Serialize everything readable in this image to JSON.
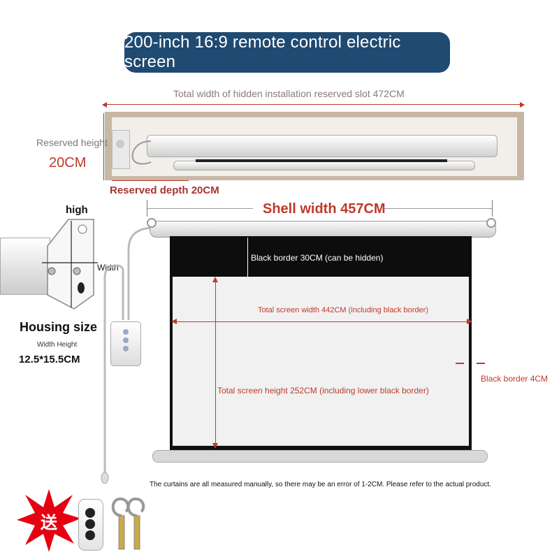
{
  "title": "200-inch 16:9 remote control electric screen",
  "slot_width_label": "Total width of hidden installation reserved slot 472CM",
  "reserved_height_label": "Reserved height",
  "reserved_height_value": "20CM",
  "reserved_depth_label": "Reserved depth 20CM",
  "shell_width_label": "Shell width 457CM",
  "housing": {
    "high_label": "high",
    "width_label": "Width",
    "size_label": "Housing size",
    "size_sub": "Width Height",
    "size_value": "12.5*15.5CM"
  },
  "screen": {
    "black_border_top": "Black border 30CM (can be hidden)",
    "total_width": "Total screen width 442CM (including black border)",
    "total_height": "Total screen height 252CM (including lower black border)",
    "side_border": "Black border 4CM"
  },
  "disclaimer": "The curtains are all measured manually, so there may be an error of 1-2CM. Please refer to the actual product.",
  "gift_label": "送",
  "colors": {
    "banner": "#1f4a72",
    "accent_red": "#c0392b",
    "gift_red": "#e60012"
  }
}
